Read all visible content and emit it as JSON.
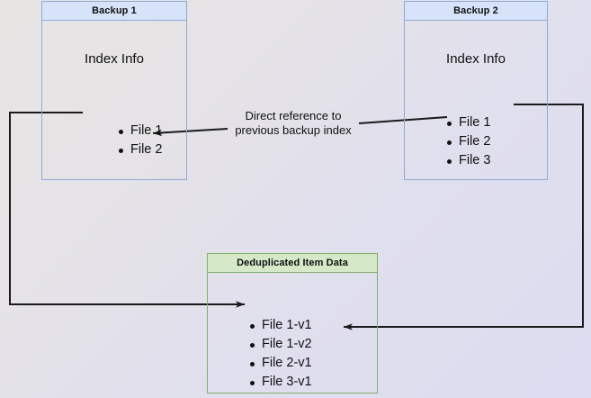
{
  "diagram": {
    "title": "Backup deduplication reference diagram",
    "background": {
      "gradient_from": "#e7e4e4",
      "gradient_to": "#dcdcf0"
    },
    "colors": {
      "blue_border": "#8ea9d5",
      "blue_header_fill": "#d6e3f8",
      "green_border": "#81b065",
      "green_header_fill": "#d5e8c8",
      "connector": "#1a1a1a",
      "text": "#101010"
    },
    "nodes": {
      "backup1": {
        "header": "Backup 1",
        "section_label": "Index Info",
        "items": [
          "File 1",
          "File 2"
        ]
      },
      "backup2": {
        "header": "Backup 2",
        "section_label": "Index Info",
        "items": [
          "File 1",
          "File 2",
          "File 3"
        ]
      },
      "dedup": {
        "header": "Deduplicated Item Data",
        "items": [
          "File 1-v1",
          "File 1-v2",
          "File 2-v1",
          "File 3-v1"
        ]
      }
    },
    "edges": {
      "reference_label": {
        "line1": "Direct reference to",
        "line2": "previous backup index"
      }
    }
  }
}
